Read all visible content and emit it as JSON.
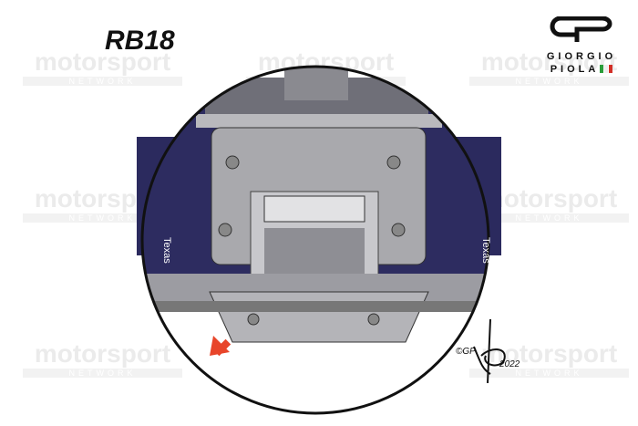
{
  "title": "RB18",
  "watermark": {
    "brand": "motorsport",
    "sub": "NETWORK"
  },
  "logo": {
    "line1": "GIORGIO",
    "line2": "PIOLA",
    "flag_colors": [
      "#2a9d3a",
      "#ffffff",
      "#d22f27"
    ]
  },
  "car_livery_text": "Texas",
  "signature": {
    "text": "©GP",
    "year": "2022"
  },
  "colors": {
    "arrow": "#e8452a",
    "livery": "#2b2a5e",
    "gearbox": "#9a9a9a"
  }
}
